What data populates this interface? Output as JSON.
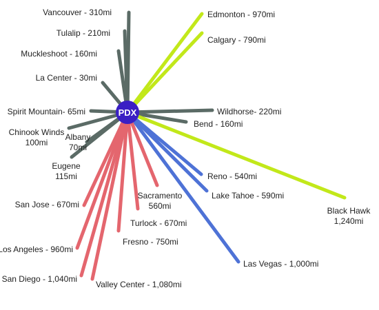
{
  "hub": {
    "label": "PDX",
    "color": "#3a1fc4"
  },
  "colors": {
    "gray": "#5b6b66",
    "green": "#c2e81a",
    "red": "#e4666e",
    "blue": "#4e72d6"
  },
  "destinations": [
    {
      "id": "vancouver",
      "lines": [
        "Vancouver - 310mi"
      ],
      "group": "gray"
    },
    {
      "id": "tulalip",
      "lines": [
        "Tulalip - 210mi"
      ],
      "group": "gray"
    },
    {
      "id": "muckleshoot",
      "lines": [
        "Muckleshoot - 160mi"
      ],
      "group": "gray"
    },
    {
      "id": "la-center",
      "lines": [
        "La Center - 30mi"
      ],
      "group": "gray"
    },
    {
      "id": "spirit-mountain",
      "lines": [
        "Spirit Mountain- 65mi"
      ],
      "group": "gray"
    },
    {
      "id": "chinook-winds",
      "lines": [
        "Chinook Winds",
        "100mi"
      ],
      "group": "gray"
    },
    {
      "id": "albany",
      "lines": [
        "Albany",
        "70mi"
      ],
      "group": "gray"
    },
    {
      "id": "eugene",
      "lines": [
        "Eugene",
        "115mi"
      ],
      "group": "gray"
    },
    {
      "id": "wildhorse",
      "lines": [
        "Wildhorse- 220mi"
      ],
      "group": "gray"
    },
    {
      "id": "bend",
      "lines": [
        "Bend - 160mi"
      ],
      "group": "gray"
    },
    {
      "id": "edmonton",
      "lines": [
        "Edmonton - 970mi"
      ],
      "group": "green"
    },
    {
      "id": "calgary",
      "lines": [
        "Calgary - 790mi"
      ],
      "group": "green"
    },
    {
      "id": "black-hawk",
      "lines": [
        "Black Hawk",
        "1,240mi"
      ],
      "group": "green"
    },
    {
      "id": "reno",
      "lines": [
        "Reno - 540mi"
      ],
      "group": "blue"
    },
    {
      "id": "lake-tahoe",
      "lines": [
        "Lake Tahoe - 590mi"
      ],
      "group": "blue"
    },
    {
      "id": "las-vegas",
      "lines": [
        "Las Vegas - 1,000mi"
      ],
      "group": "blue"
    },
    {
      "id": "sacramento",
      "lines": [
        "Sacramento",
        "560mi"
      ],
      "group": "red"
    },
    {
      "id": "turlock",
      "lines": [
        "Turlock - 670mi"
      ],
      "group": "red"
    },
    {
      "id": "fresno",
      "lines": [
        "Fresno - 750mi"
      ],
      "group": "red"
    },
    {
      "id": "san-jose",
      "lines": [
        "San Jose - 670mi"
      ],
      "group": "red"
    },
    {
      "id": "los-angeles",
      "lines": [
        "Los Angeles - 960mi"
      ],
      "group": "red"
    },
    {
      "id": "san-diego",
      "lines": [
        "San Diego - 1,040mi"
      ],
      "group": "red"
    },
    {
      "id": "valley-center",
      "lines": [
        "Valley Center - 1,080mi"
      ],
      "group": "red"
    }
  ]
}
